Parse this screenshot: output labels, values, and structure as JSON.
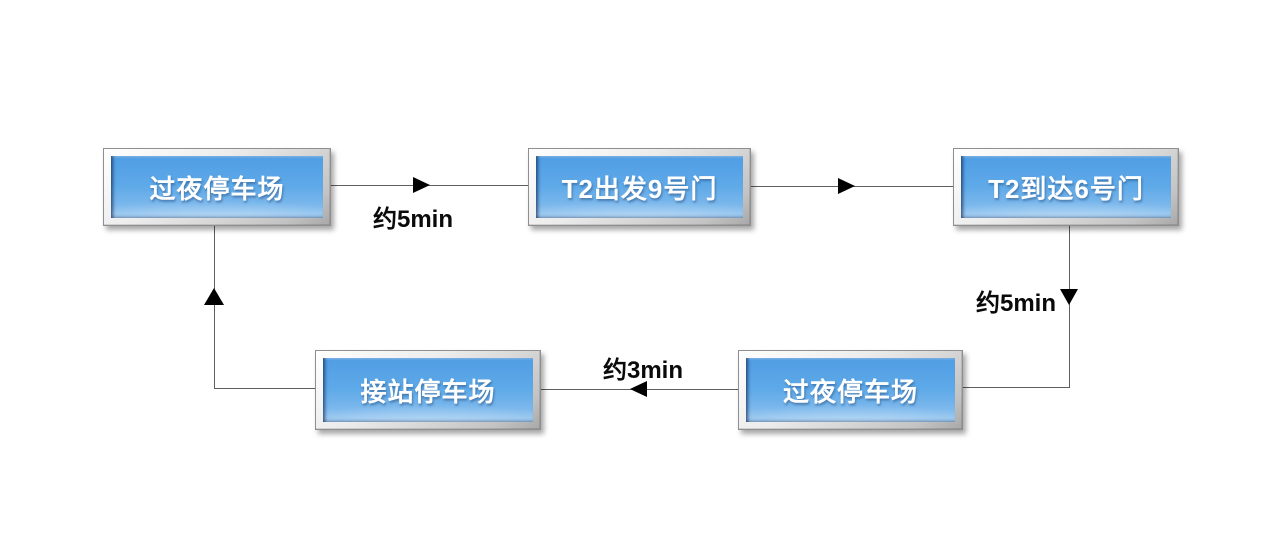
{
  "diagram": {
    "type": "flowchart",
    "description_colors": {
      "node_fill_top": "#4f9de4",
      "node_fill_bottom": "#94c6f0",
      "node_frame": "#d6d6d6",
      "node_text": "#ffffff",
      "line": "#5f5f5f",
      "arrow": "#000000",
      "label_text": "#0a0a0a",
      "background": "#ffffff"
    },
    "nodes": [
      {
        "id": "overnight-parking-top",
        "label": "过夜停车场"
      },
      {
        "id": "t2-departure-gate-9",
        "label": "T2出发9号门"
      },
      {
        "id": "t2-arrival-gate-6",
        "label": "T2到达6号门"
      },
      {
        "id": "overnight-parking-bottom",
        "label": "过夜停车场"
      },
      {
        "id": "pickup-parking",
        "label": "接站停车场"
      }
    ],
    "edges": [
      {
        "from": "overnight-parking-top",
        "to": "t2-departure-gate-9",
        "direction": "right",
        "label": "约5min"
      },
      {
        "from": "t2-departure-gate-9",
        "to": "t2-arrival-gate-6",
        "direction": "right",
        "label": ""
      },
      {
        "from": "t2-arrival-gate-6",
        "to": "overnight-parking-bottom",
        "direction": "down",
        "label": "约5min"
      },
      {
        "from": "overnight-parking-bottom",
        "to": "pickup-parking",
        "direction": "left",
        "label": "约3min"
      },
      {
        "from": "pickup-parking",
        "to": "overnight-parking-top",
        "direction": "up",
        "label": ""
      }
    ]
  }
}
